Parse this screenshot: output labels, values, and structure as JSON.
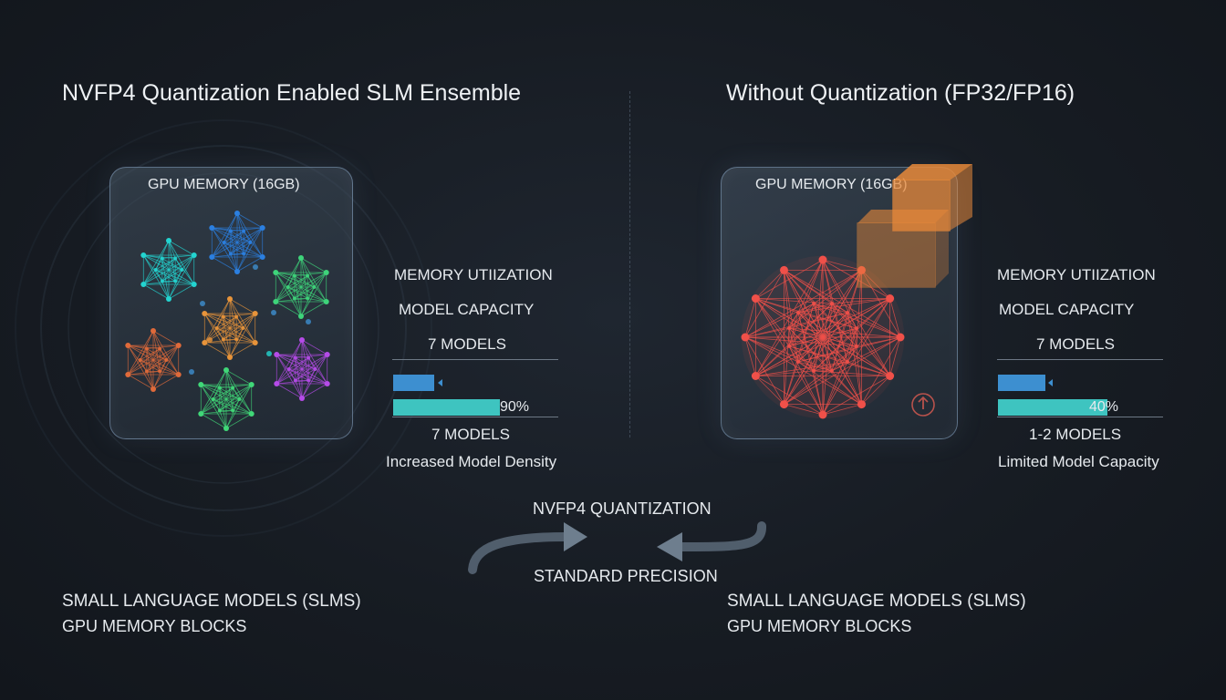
{
  "left": {
    "title": "NVFP4 Quantization Enabled SLM Ensemble",
    "panel_label": "GPU MEMORY (16GB)",
    "memory_utilization": "MEMORY UTIIZATION",
    "model_capacity": "MODEL CAPACITY",
    "models_top": "7 MODELS",
    "utilization_pct": "90%",
    "utilization_value": 0.9,
    "models_bottom": "7 MODELS",
    "caption": "Increased Model Density",
    "legend_slm": "SMALL LANGUAGE MODELS (SLMS)",
    "legend_gpu": "GPU MEMORY BLOCKS",
    "network_colors": [
      "#2b7fe0",
      "#23d4d0",
      "#3ed47a",
      "#e8943a",
      "#e06a3a",
      "#b54be8",
      "#40d878"
    ]
  },
  "right": {
    "title": "Without Quantization (FP32/FP16)",
    "panel_label": "GPU MEMORY (16GB)",
    "memory_utilization": "MEMORY UTIIZATION",
    "model_capacity": "MODEL CAPACITY",
    "models_top": "7 MODELS",
    "utilization_pct": "40%",
    "utilization_value": 0.4,
    "models_bottom": "1-2 MODELS",
    "caption": "Limited Model Capacity",
    "legend_slm": "SMALL LANGUAGE MODELS (SLMS)",
    "legend_gpu": "GPU MEMORY BLOCKS",
    "network_color": "#f0504a",
    "block_color": "#e8893a"
  },
  "center": {
    "top_label": "NVFP4 QUANTIZATION",
    "bottom_label": "STANDARD PRECISION"
  }
}
